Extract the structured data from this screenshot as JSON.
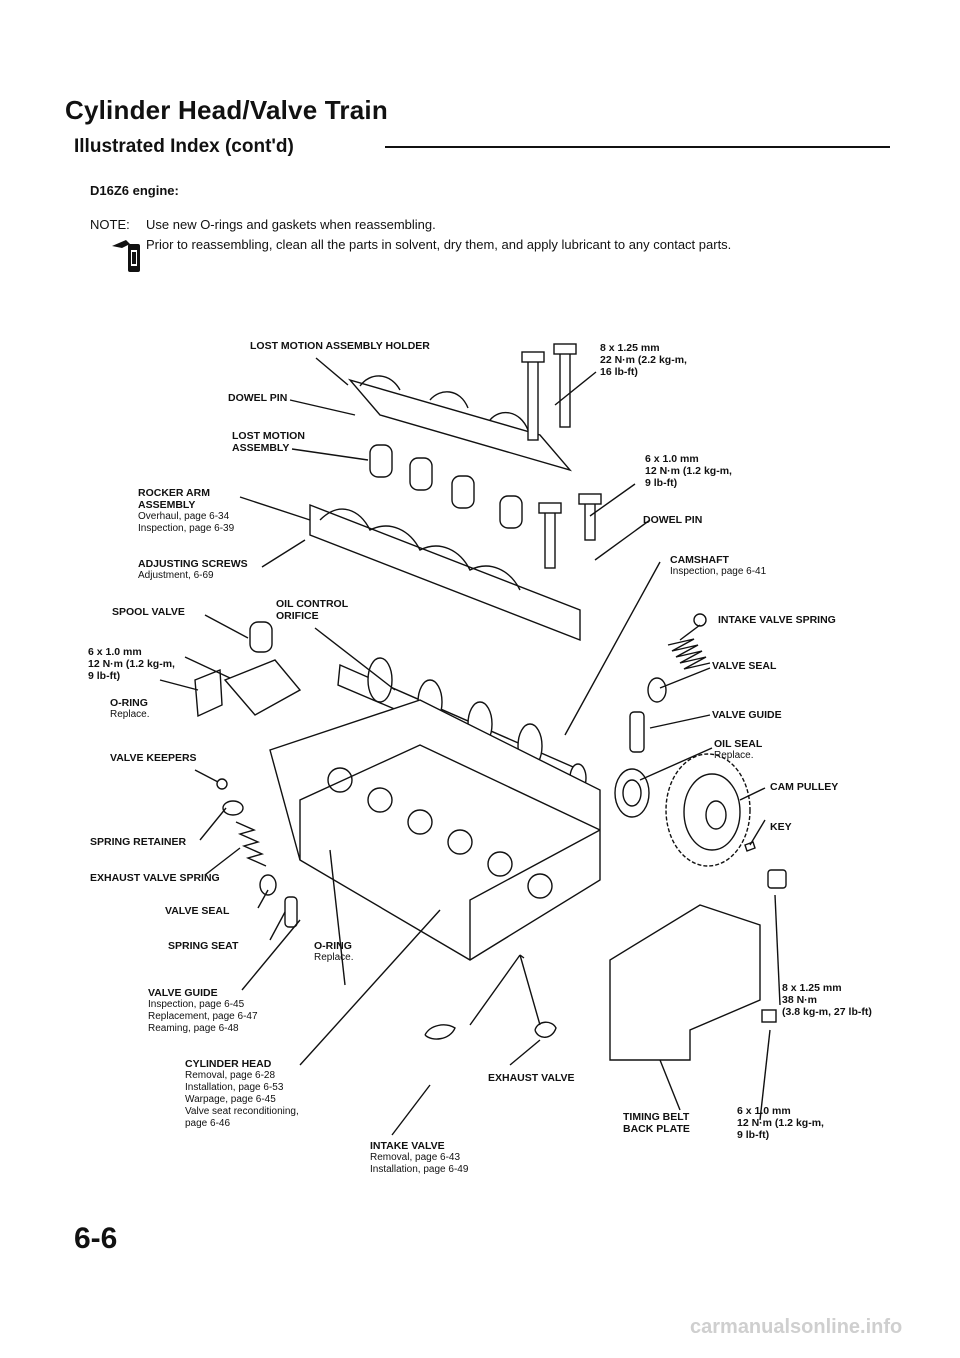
{
  "header": {
    "title": "Cylinder Head/Valve Train",
    "subtitle": "Illustrated Index (cont'd)",
    "engine": "D16Z6 engine:"
  },
  "note": {
    "label": "NOTE:",
    "line1": "Use new O-rings and gaskets when reassembling.",
    "line2": "Prior to reassembling, clean all the parts in solvent, dry them, and apply lubricant to any contact parts.",
    "icon": "oil-can-icon"
  },
  "labels": {
    "lost_motion_holder": "LOST MOTION ASSEMBLY HOLDER",
    "dowel_pin_left": "DOWEL PIN",
    "lost_motion_assembly_1": "LOST MOTION",
    "lost_motion_assembly_2": "ASSEMBLY",
    "rocker_arm_1": "ROCKER ARM",
    "rocker_arm_2": "ASSEMBLY",
    "rocker_arm_sub1": "Overhaul, page 6-34",
    "rocker_arm_sub2": "Inspection, page 6-39",
    "adjusting_screws": "ADJUSTING SCREWS",
    "adjusting_screws_sub": "Adjustment, 6-69",
    "spool_valve": "SPOOL VALVE",
    "oil_control_1": "OIL CONTROL",
    "oil_control_2": "ORIFICE",
    "bolt_left_1": "6 x 1.0 mm",
    "bolt_left_2": "12 N·m (1.2 kg-m,",
    "bolt_left_3": "9 lb-ft)",
    "oring_left": "O-RING",
    "oring_left_sub": "Replace.",
    "valve_keepers": "VALVE KEEPERS",
    "spring_retainer": "SPRING RETAINER",
    "exhaust_valve_spring": "EXHAUST VALVE SPRING",
    "valve_seal_left": "VALVE SEAL",
    "spring_seat": "SPRING SEAT",
    "oring_center": "O-RING",
    "oring_center_sub": "Replace.",
    "valve_guide_left": "VALVE GUIDE",
    "valve_guide_sub1": "Inspection, page 6-45",
    "valve_guide_sub2": "Replacement, page 6-47",
    "valve_guide_sub3": "Reaming, page 6-48",
    "cylinder_head": "CYLINDER HEAD",
    "cylinder_head_sub1": "Removal, page 6-28",
    "cylinder_head_sub2": "Installation, page 6-53",
    "cylinder_head_sub3": "Warpage, page 6-45",
    "cylinder_head_sub4": "Valve seat reconditioning,",
    "cylinder_head_sub5": "page 6-46",
    "intake_valve": "INTAKE VALVE",
    "intake_valve_sub1": "Removal, page 6-43",
    "intake_valve_sub2": "Installation, page 6-49",
    "exhaust_valve": "EXHAUST VALVE",
    "bolt_top_1": "8 x 1.25 mm",
    "bolt_top_2": "22 N·m (2.2 kg-m,",
    "bolt_top_3": "16 lb-ft)",
    "bolt_right_1": "6 x 1.0 mm",
    "bolt_right_2": "12 N·m (1.2 kg-m,",
    "bolt_right_3": "9 lb-ft)",
    "dowel_pin_right": "DOWEL PIN",
    "camshaft": "CAMSHAFT",
    "camshaft_sub": "Inspection, page 6-41",
    "intake_valve_spring": "INTAKE VALVE SPRING",
    "valve_seal_right": "VALVE SEAL",
    "valve_guide_right": "VALVE GUIDE",
    "oil_seal": "OIL SEAL",
    "oil_seal_sub": "Replace.",
    "cam_pulley": "CAM PULLEY",
    "key": "KEY",
    "bolt_pulley_1": "8 x 1.25 mm",
    "bolt_pulley_2": "38 N·m",
    "bolt_pulley_3": "(3.8 kg-m, 27 lb-ft)",
    "timing_belt_1": "TIMING BELT",
    "timing_belt_2": "BACK PLATE",
    "bolt_bottom_1": "6 x 1.0 mm",
    "bolt_bottom_2": "12 N·m (1.2 kg-m,",
    "bolt_bottom_3": "9 lb-ft)"
  },
  "footer": {
    "page_number": "6-6",
    "watermark": "carmanualsonline.info"
  }
}
